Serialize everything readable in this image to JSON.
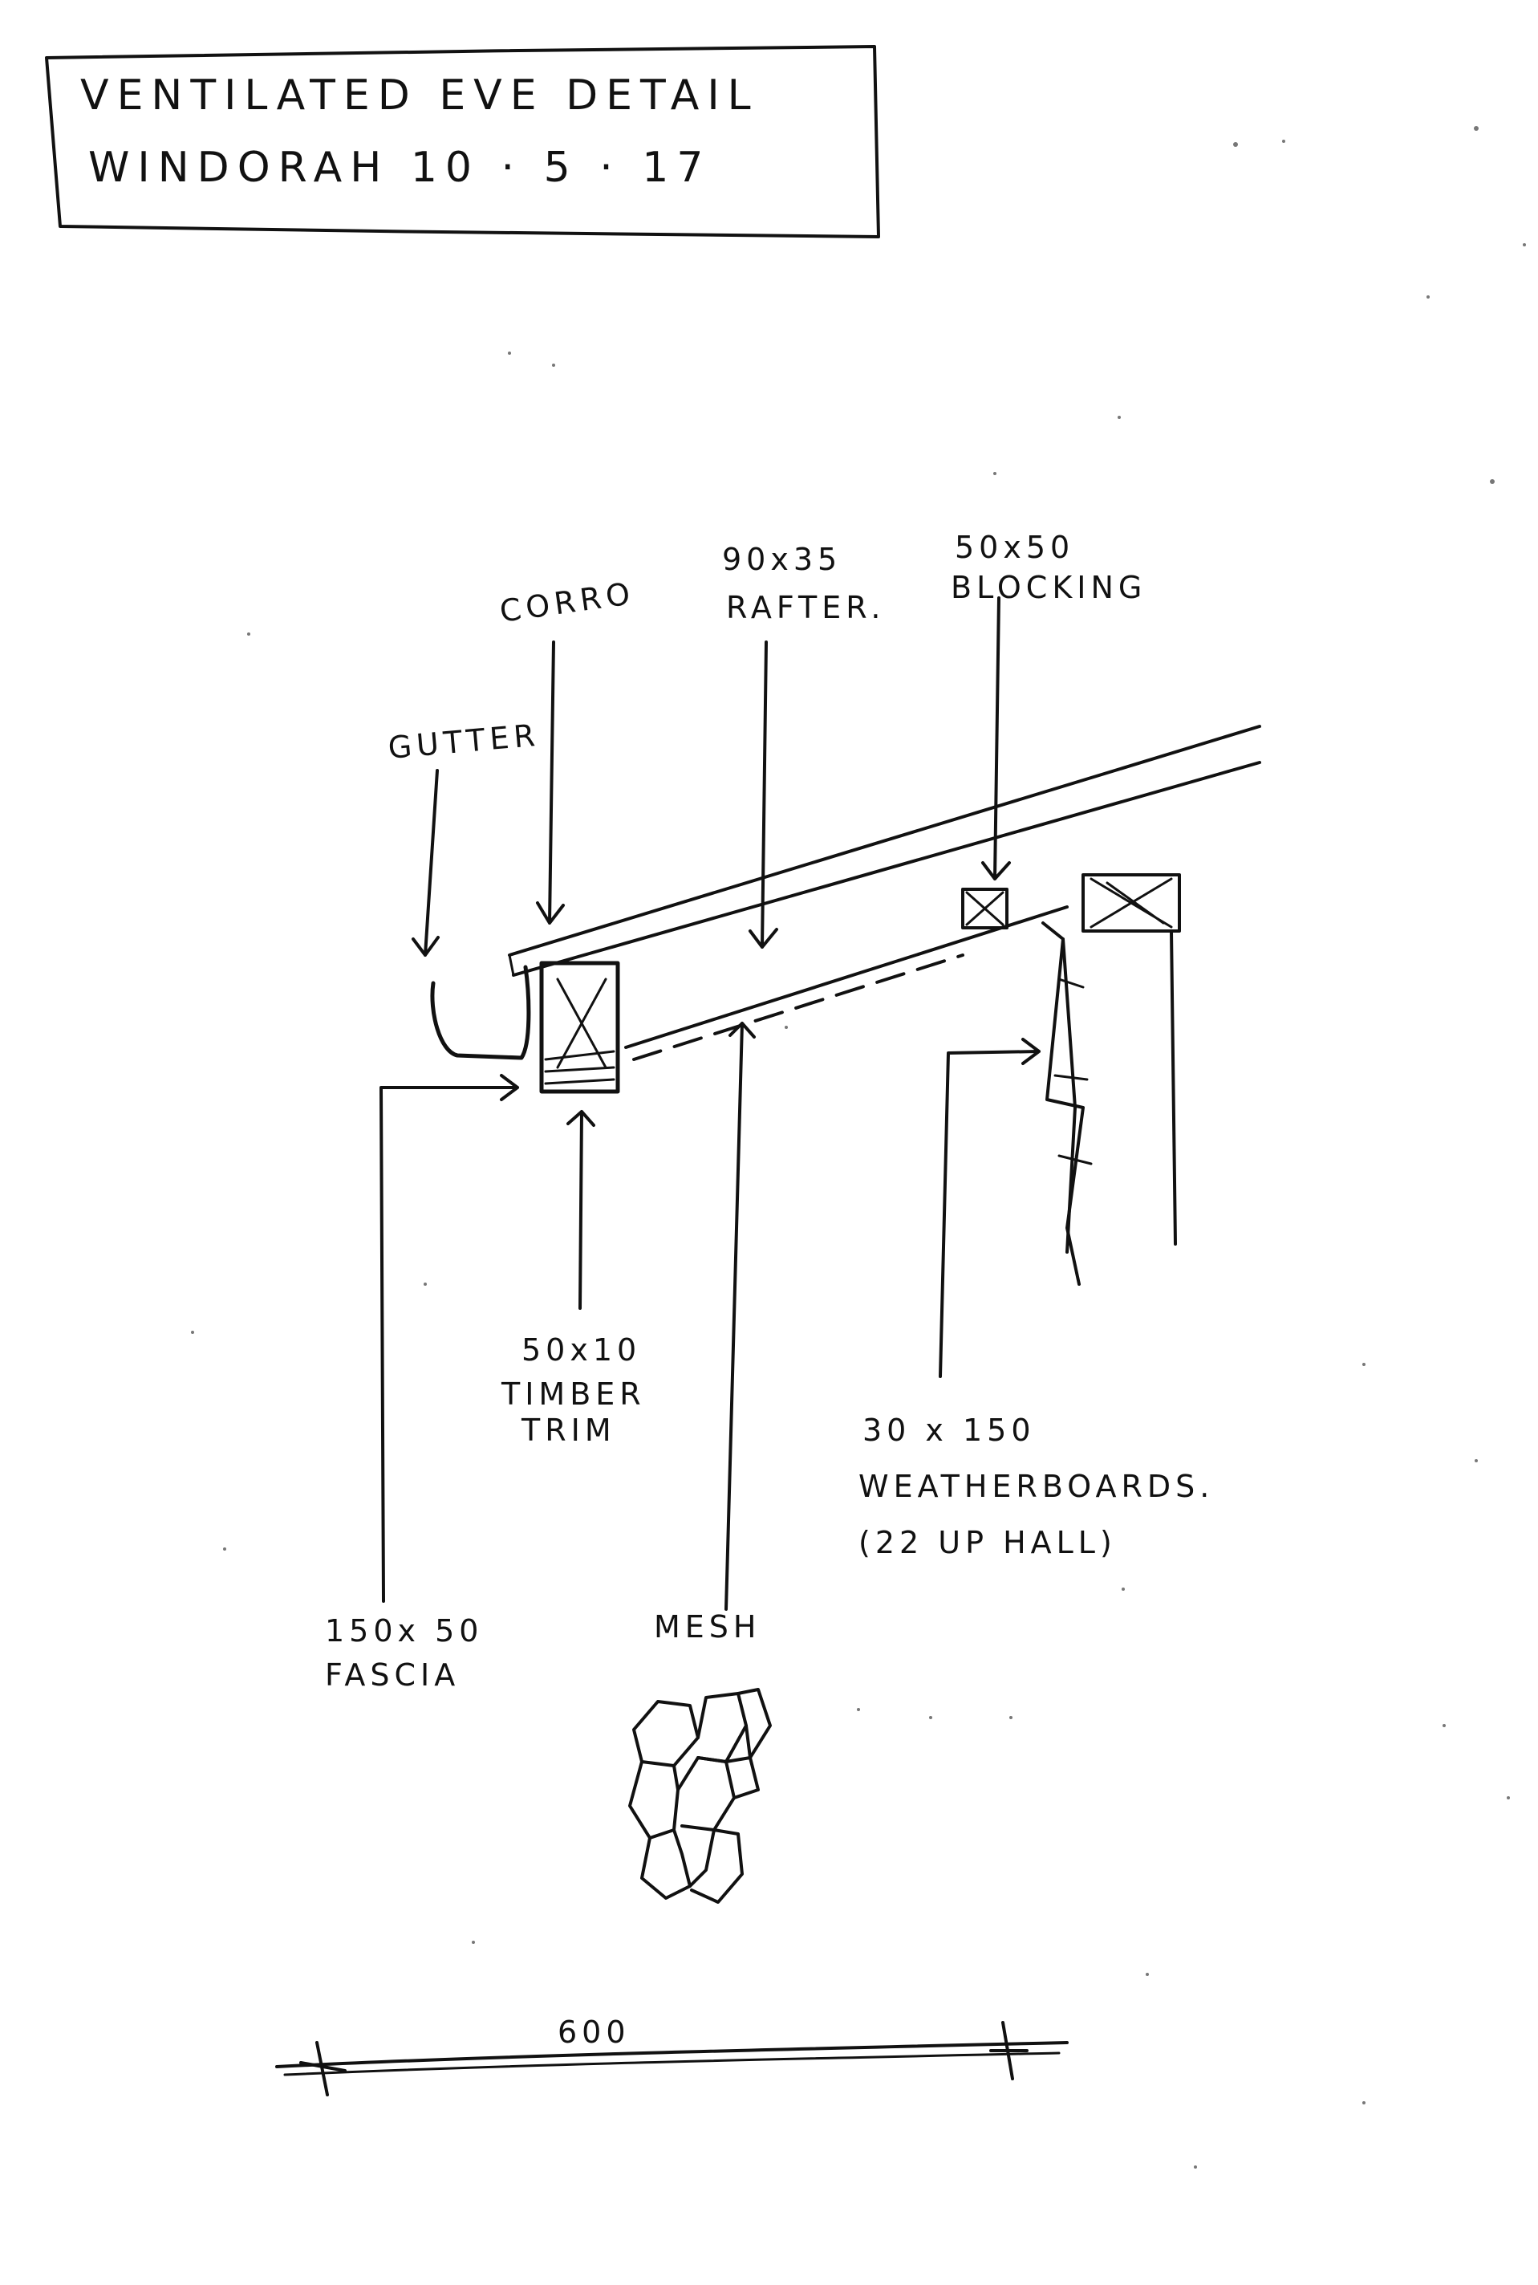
{
  "title_box": {
    "line1": "VENTILATED  EVE  DETAIL",
    "line2": "WINDORAH    10 · 5 · 17"
  },
  "labels": {
    "corro": "CORRO",
    "rafter_size": "90x35",
    "rafter_name": "RAFTER.",
    "blocking_size": "50x50",
    "blocking_name": "BLOCKING",
    "gutter": "GUTTER",
    "trim_size": "50x10",
    "trim_line2": "TIMBER",
    "trim_line3": "TRIM",
    "weatherboards_size": "30 x 150",
    "weatherboards_name": "WEATHERBOARDS.",
    "weatherboards_note": "(22 UP HALL)",
    "fascia_size": "150x 50",
    "fascia_name": "FASCIA",
    "mesh": "MESH"
  },
  "scale_bar": {
    "value": "600"
  }
}
